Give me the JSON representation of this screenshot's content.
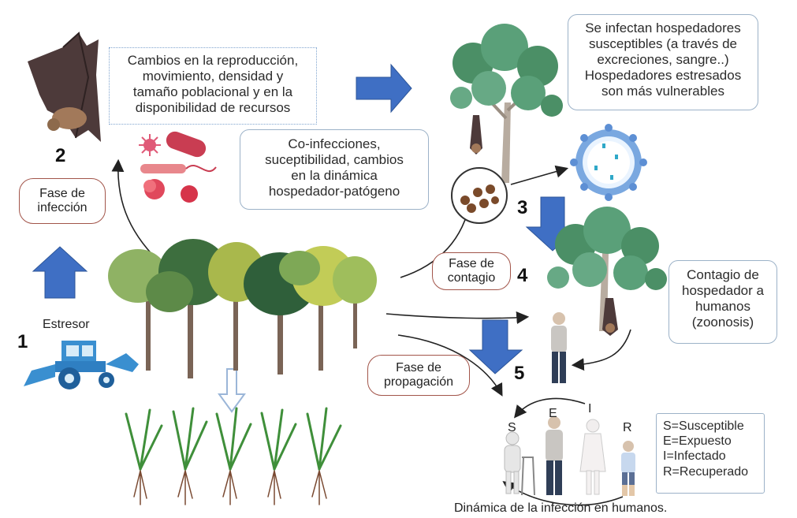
{
  "boxes": {
    "stress_effects": [
      "Cambios en la reproducción,",
      "movimiento, densidad y",
      "tamaño poblacional  y en la",
      "disponibilidad de recursos"
    ],
    "coinfection": [
      "Co-infecciones,",
      "suceptibilidad, cambios",
      "en la dinámica",
      "hospedador-patógeno"
    ],
    "infected_hosts": [
      "Se infectan hospedadores",
      "susceptibles (a través de",
      "excreciones, sangre..)",
      "Hospedadores estresados",
      "son más vulnerables"
    ],
    "zoonosis": [
      "Contagio de",
      "hospedador a",
      "humanos",
      "(zoonosis)"
    ]
  },
  "phases": {
    "infection": [
      "Fase de",
      "infección"
    ],
    "contagion": [
      "Fase de",
      "contagio"
    ],
    "propagation": [
      "Fase de",
      "propagación"
    ]
  },
  "numbers": [
    "1",
    "2",
    "3",
    "4",
    "5"
  ],
  "stressor_label": "Estresor",
  "sir": {
    "s": "S",
    "e": "E",
    "i": "I",
    "r": "R"
  },
  "legend": [
    "S=Susceptible",
    "E=Expuesto",
    "I=Infectado",
    "R=Recuperado"
  ],
  "caption": "Dinámica de la infección en humanos.",
  "colors": {
    "arrow_blue": "#3f6fc4",
    "pill_border": "#a2554a",
    "box_border": "#9cb2c8",
    "tree_green": "#3d8a4e",
    "trunk": "#7a6456"
  }
}
